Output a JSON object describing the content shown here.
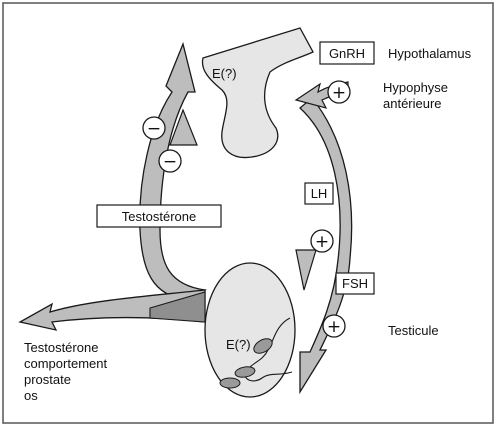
{
  "diagram": {
    "hypothalamus_label": "Hypothalamus",
    "pituitary_label_line1": "Hypophyse",
    "pituitary_label_line2": "antérieure",
    "gnrh_label": "GnRH",
    "lh_label": "LH",
    "fsh_label": "FSH",
    "testosterone_box_label": "Testostérone",
    "testicle_label": "Testicule",
    "brain_marker": "E(?)",
    "testis_marker": "E(?)",
    "effects": [
      "Testostérone",
      "comportement",
      "prostate",
      "os"
    ],
    "minus_sign": "−",
    "plus_sign": "+"
  },
  "colors": {
    "arrow_fill": "#bdbdbd",
    "arrow_dark": "#8f8f8f",
    "organ_fill": "#e6e6e6",
    "cell_fill": "#9a9a9a",
    "stroke": "#1a1a1a",
    "border": "#555555"
  }
}
